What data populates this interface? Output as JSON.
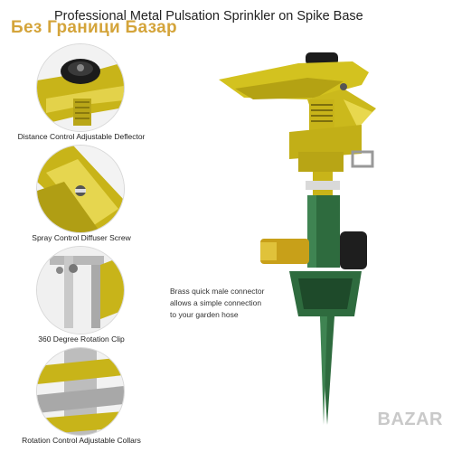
{
  "title": "Professional Metal Pulsation Sprinkler on Spike Base",
  "watermark": "Без Граници Базар",
  "features": [
    {
      "icon": "deflector-icon",
      "caption": "Distance Control Adjustable Deflector"
    },
    {
      "icon": "diffuser-screw-icon",
      "caption": "Spray Control Diffuser Screw"
    },
    {
      "icon": "rotation-clip-icon",
      "caption": "360 Degree Rotation Clip"
    },
    {
      "icon": "adjustable-collars-icon",
      "caption": "Rotation Control Adjustable Collars"
    }
  ],
  "callout": {
    "line1": "Brass quick male connector",
    "line2": "allows a simple connection",
    "line3": "to your garden hose"
  },
  "logo": "BAZAR",
  "colors": {
    "brass": "#c8b419",
    "brass_dark": "#8a7a0e",
    "green": "#2e6b3e",
    "green_dark": "#1e4a2a",
    "watermark": "#d4a43a"
  }
}
